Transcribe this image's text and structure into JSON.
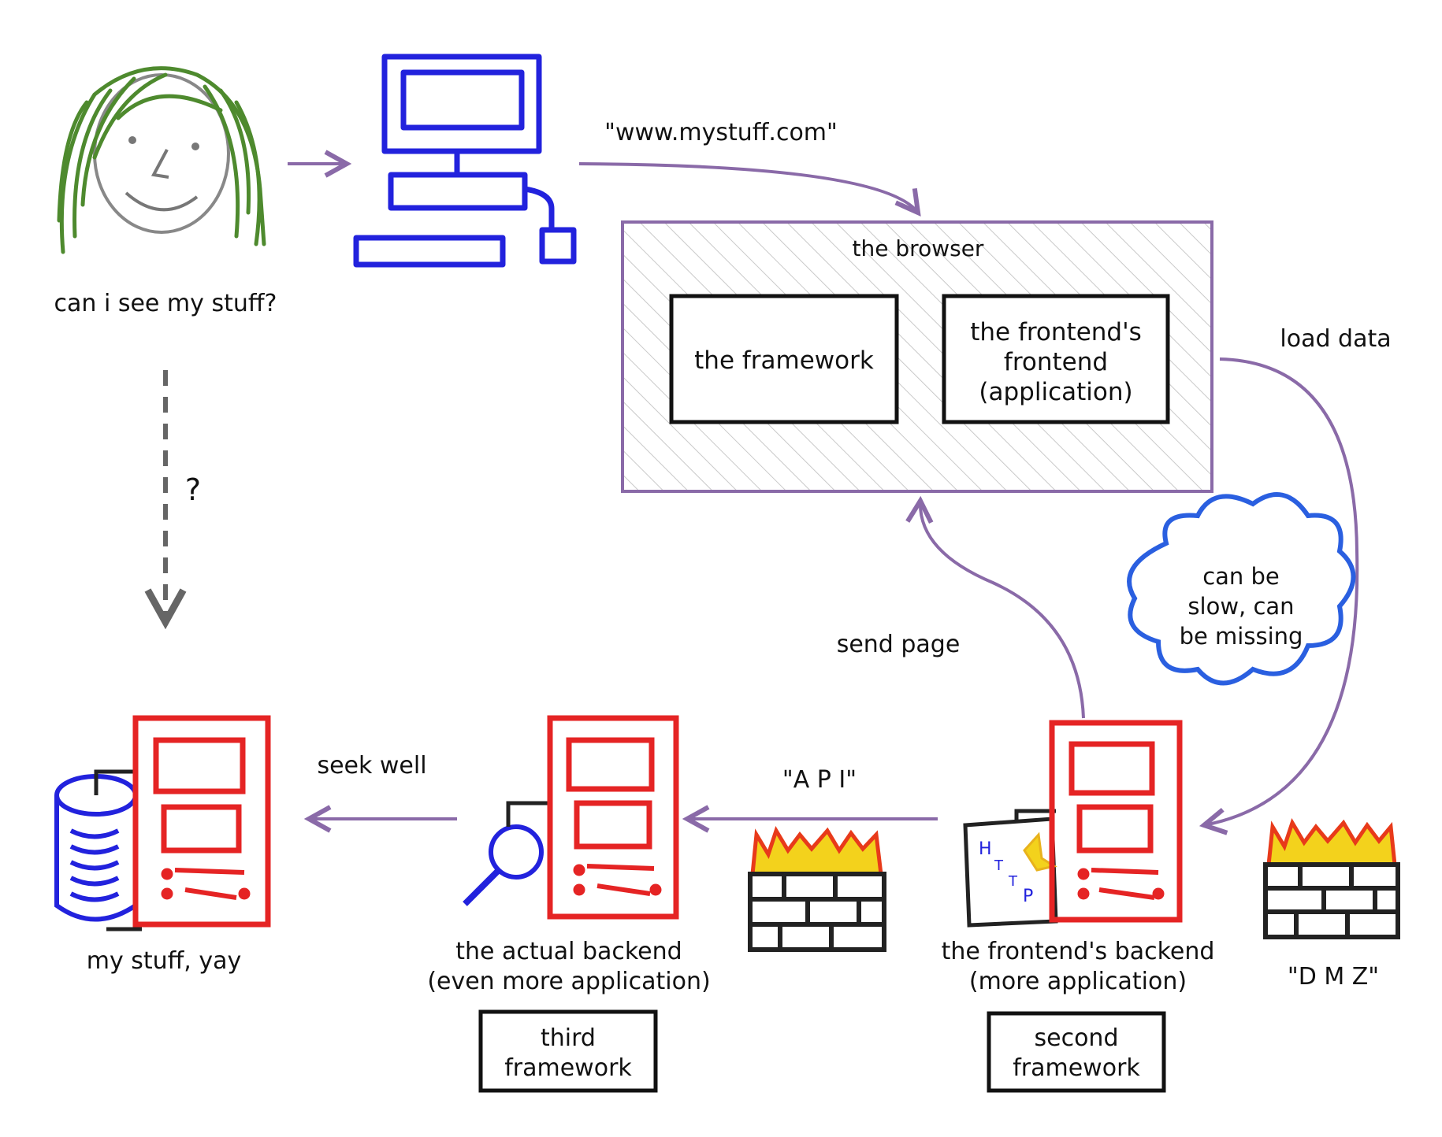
{
  "labels": {
    "person_question": "can i see my stuff?",
    "question_mark": "?",
    "url": "\"www.mystuff.com\"",
    "browser": "the browser",
    "framework": "the framework",
    "frontend_frontend": [
      "the frontend's",
      "frontend",
      "(application)"
    ],
    "load_data": "load data",
    "cloud": [
      "can be",
      "slow, can",
      "be missing"
    ],
    "send_page": "send page",
    "seek_well": "seek well",
    "api": "\"A P I\"",
    "my_stuff": "my stuff, yay",
    "actual_backend": [
      "the actual backend",
      "(even more application)"
    ],
    "frontend_backend": [
      "the frontend's backend",
      "(more application)"
    ],
    "dmz": "\"D M Z\"",
    "third_framework": [
      "third",
      "framework"
    ],
    "second_framework": [
      "second",
      "framework"
    ],
    "http_doc": [
      "H",
      "T",
      "T",
      "P"
    ]
  },
  "colors": {
    "arrow": "#8a6aa8",
    "computer": "#2222dd",
    "server": "#e52424",
    "hair": "#4e8a2e",
    "cloud": "#2a5fe0",
    "fire_red": "#e83a1a",
    "fire_yellow": "#f3d21c",
    "box": "#111111",
    "hatch": "#c9c9c9"
  }
}
